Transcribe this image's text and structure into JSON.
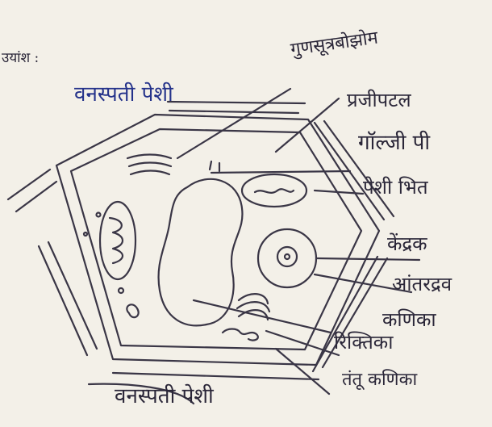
{
  "header": {
    "prefix": "उयांश :"
  },
  "labels": {
    "title_top": "वनस्पती पेशी",
    "golgi": "गुणसूत्रबोझोम",
    "plastid": "प्रजीपटल",
    "chloroplast_like": "गॉल्जी पी",
    "cell_membrane": "पेशी भित",
    "nucleus": "केंद्रक",
    "cytoplasm": "आंतरद्रव",
    "mitochondria": "कणिका",
    "vacuole": "रिक्तिका",
    "ribosomes": "तंतू कणिका",
    "title_bottom": "वनस्पती पेशी"
  },
  "colors": {
    "ink": "#2a2638",
    "blue_ink": "#24328a",
    "paper": "#f3f0e8"
  }
}
